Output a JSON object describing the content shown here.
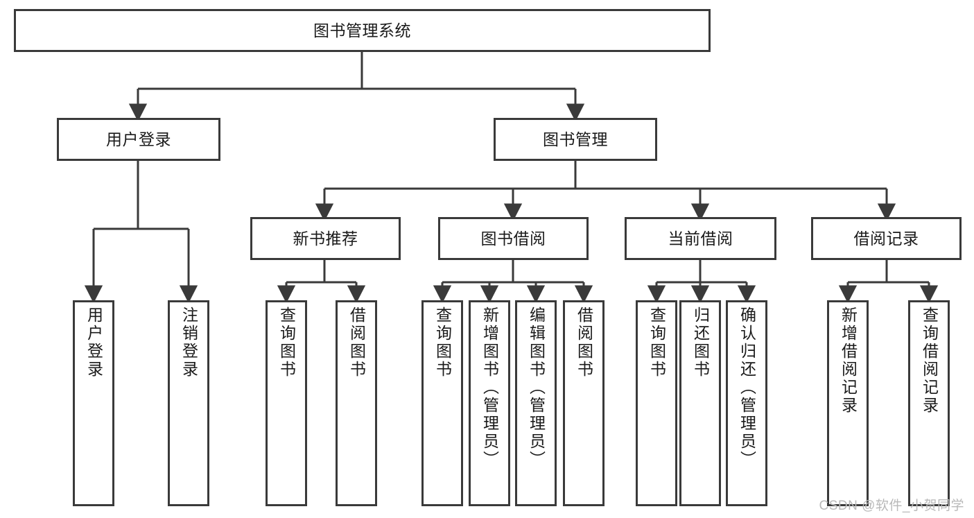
{
  "diagram": {
    "title": "图书管理系统",
    "type": "hierarchy-tree",
    "watermark": "CSDN @软件_小贺同学",
    "colors": {
      "box_border": "#3a3a3a",
      "box_fill": "#ffffff",
      "connector": "#3a3a3a",
      "text": "#1a1a1a",
      "watermark": "#b9b9b9"
    },
    "levels": {
      "level0": [
        {
          "id": "root",
          "label": "图书管理系统",
          "orientation": "horizontal"
        }
      ],
      "level1": [
        {
          "id": "user-login",
          "label": "用户登录",
          "orientation": "horizontal"
        },
        {
          "id": "book-manage",
          "label": "图书管理",
          "orientation": "horizontal"
        }
      ],
      "level2": [
        {
          "id": "new-book-rec",
          "label": "新书推荐",
          "orientation": "horizontal"
        },
        {
          "id": "book-borrow",
          "label": "图书借阅",
          "orientation": "horizontal"
        },
        {
          "id": "current-borrow",
          "label": "当前借阅",
          "orientation": "horizontal"
        },
        {
          "id": "borrow-record",
          "label": "借阅记录",
          "orientation": "horizontal"
        }
      ],
      "level3": [
        {
          "id": "leaf-user-login",
          "label": "用户登录",
          "parent": "user-login",
          "orientation": "vertical"
        },
        {
          "id": "leaf-logout",
          "label": "注销登录",
          "parent": "user-login",
          "orientation": "vertical"
        },
        {
          "id": "leaf-query-book-a",
          "label": "查询图书",
          "parent": "new-book-rec",
          "orientation": "vertical"
        },
        {
          "id": "leaf-borrow-book-a",
          "label": "借阅图书",
          "parent": "new-book-rec",
          "orientation": "vertical"
        },
        {
          "id": "leaf-query-book-b",
          "label": "查询图书",
          "parent": "book-borrow",
          "orientation": "vertical"
        },
        {
          "id": "leaf-add-book",
          "label": "新增图书（管理员）",
          "parent": "book-borrow",
          "orientation": "vertical"
        },
        {
          "id": "leaf-edit-book",
          "label": "编辑图书（管理员）",
          "parent": "book-borrow",
          "orientation": "vertical"
        },
        {
          "id": "leaf-borrow-book-b",
          "label": "借阅图书",
          "parent": "book-borrow",
          "orientation": "vertical"
        },
        {
          "id": "leaf-query-book-c",
          "label": "查询图书",
          "parent": "current-borrow",
          "orientation": "vertical"
        },
        {
          "id": "leaf-return-book",
          "label": "归还图书",
          "parent": "current-borrow",
          "orientation": "vertical"
        },
        {
          "id": "leaf-confirm-return",
          "label": "确认归还（管理员）",
          "parent": "current-borrow",
          "orientation": "vertical"
        },
        {
          "id": "leaf-add-record",
          "label": "新增借阅记录",
          "parent": "borrow-record",
          "orientation": "vertical"
        },
        {
          "id": "leaf-query-record",
          "label": "查询借阅记录",
          "parent": "borrow-record",
          "orientation": "vertical"
        }
      ]
    }
  }
}
